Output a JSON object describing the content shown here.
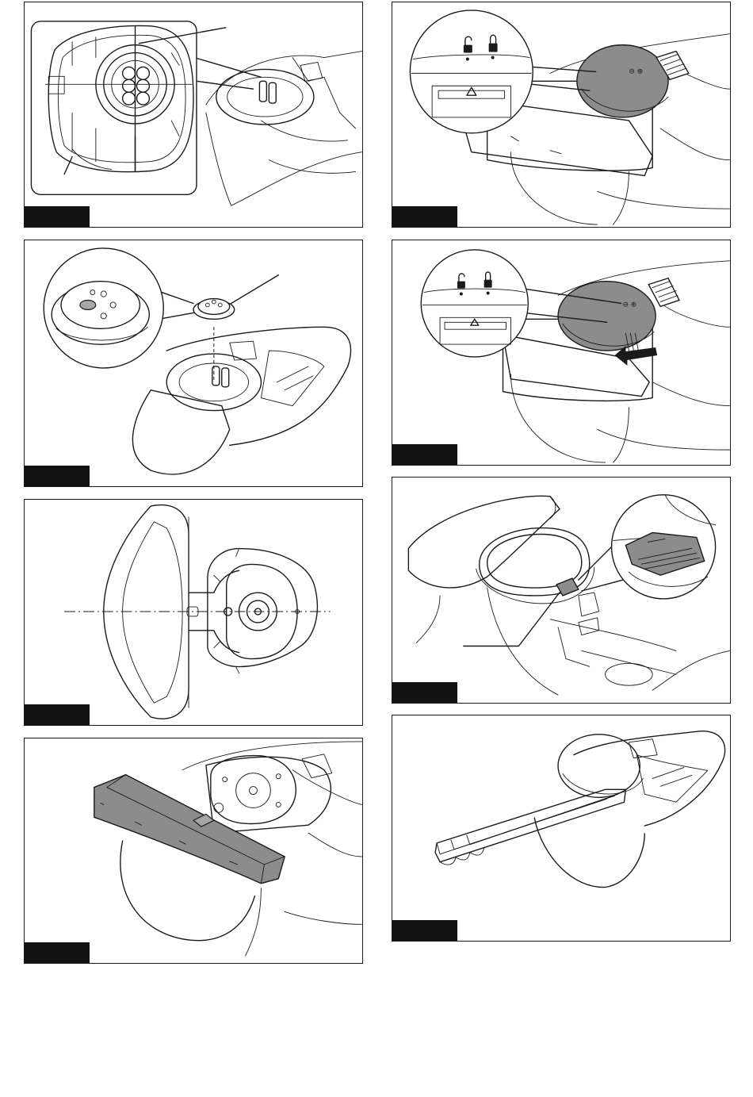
{
  "figures": [
    {
      "id": "fig1",
      "tab_label": ""
    },
    {
      "id": "fig2",
      "tab_label": ""
    },
    {
      "id": "fig3",
      "tab_label": ""
    },
    {
      "id": "fig4",
      "tab_label": ""
    },
    {
      "id": "fig5",
      "tab_label": ""
    },
    {
      "id": "fig6",
      "tab_label": ""
    },
    {
      "id": "fig7",
      "tab_label": ""
    },
    {
      "id": "fig8",
      "tab_label": ""
    },
    {
      "id": "fig9",
      "tab_label": ""
    }
  ],
  "icons": [
    "unlock-icon",
    "lock-icon",
    "arrow-left-icon"
  ],
  "colors": {
    "line": "#1a1a1a",
    "highlight": "#8c8c8c",
    "tab": "#111111"
  }
}
